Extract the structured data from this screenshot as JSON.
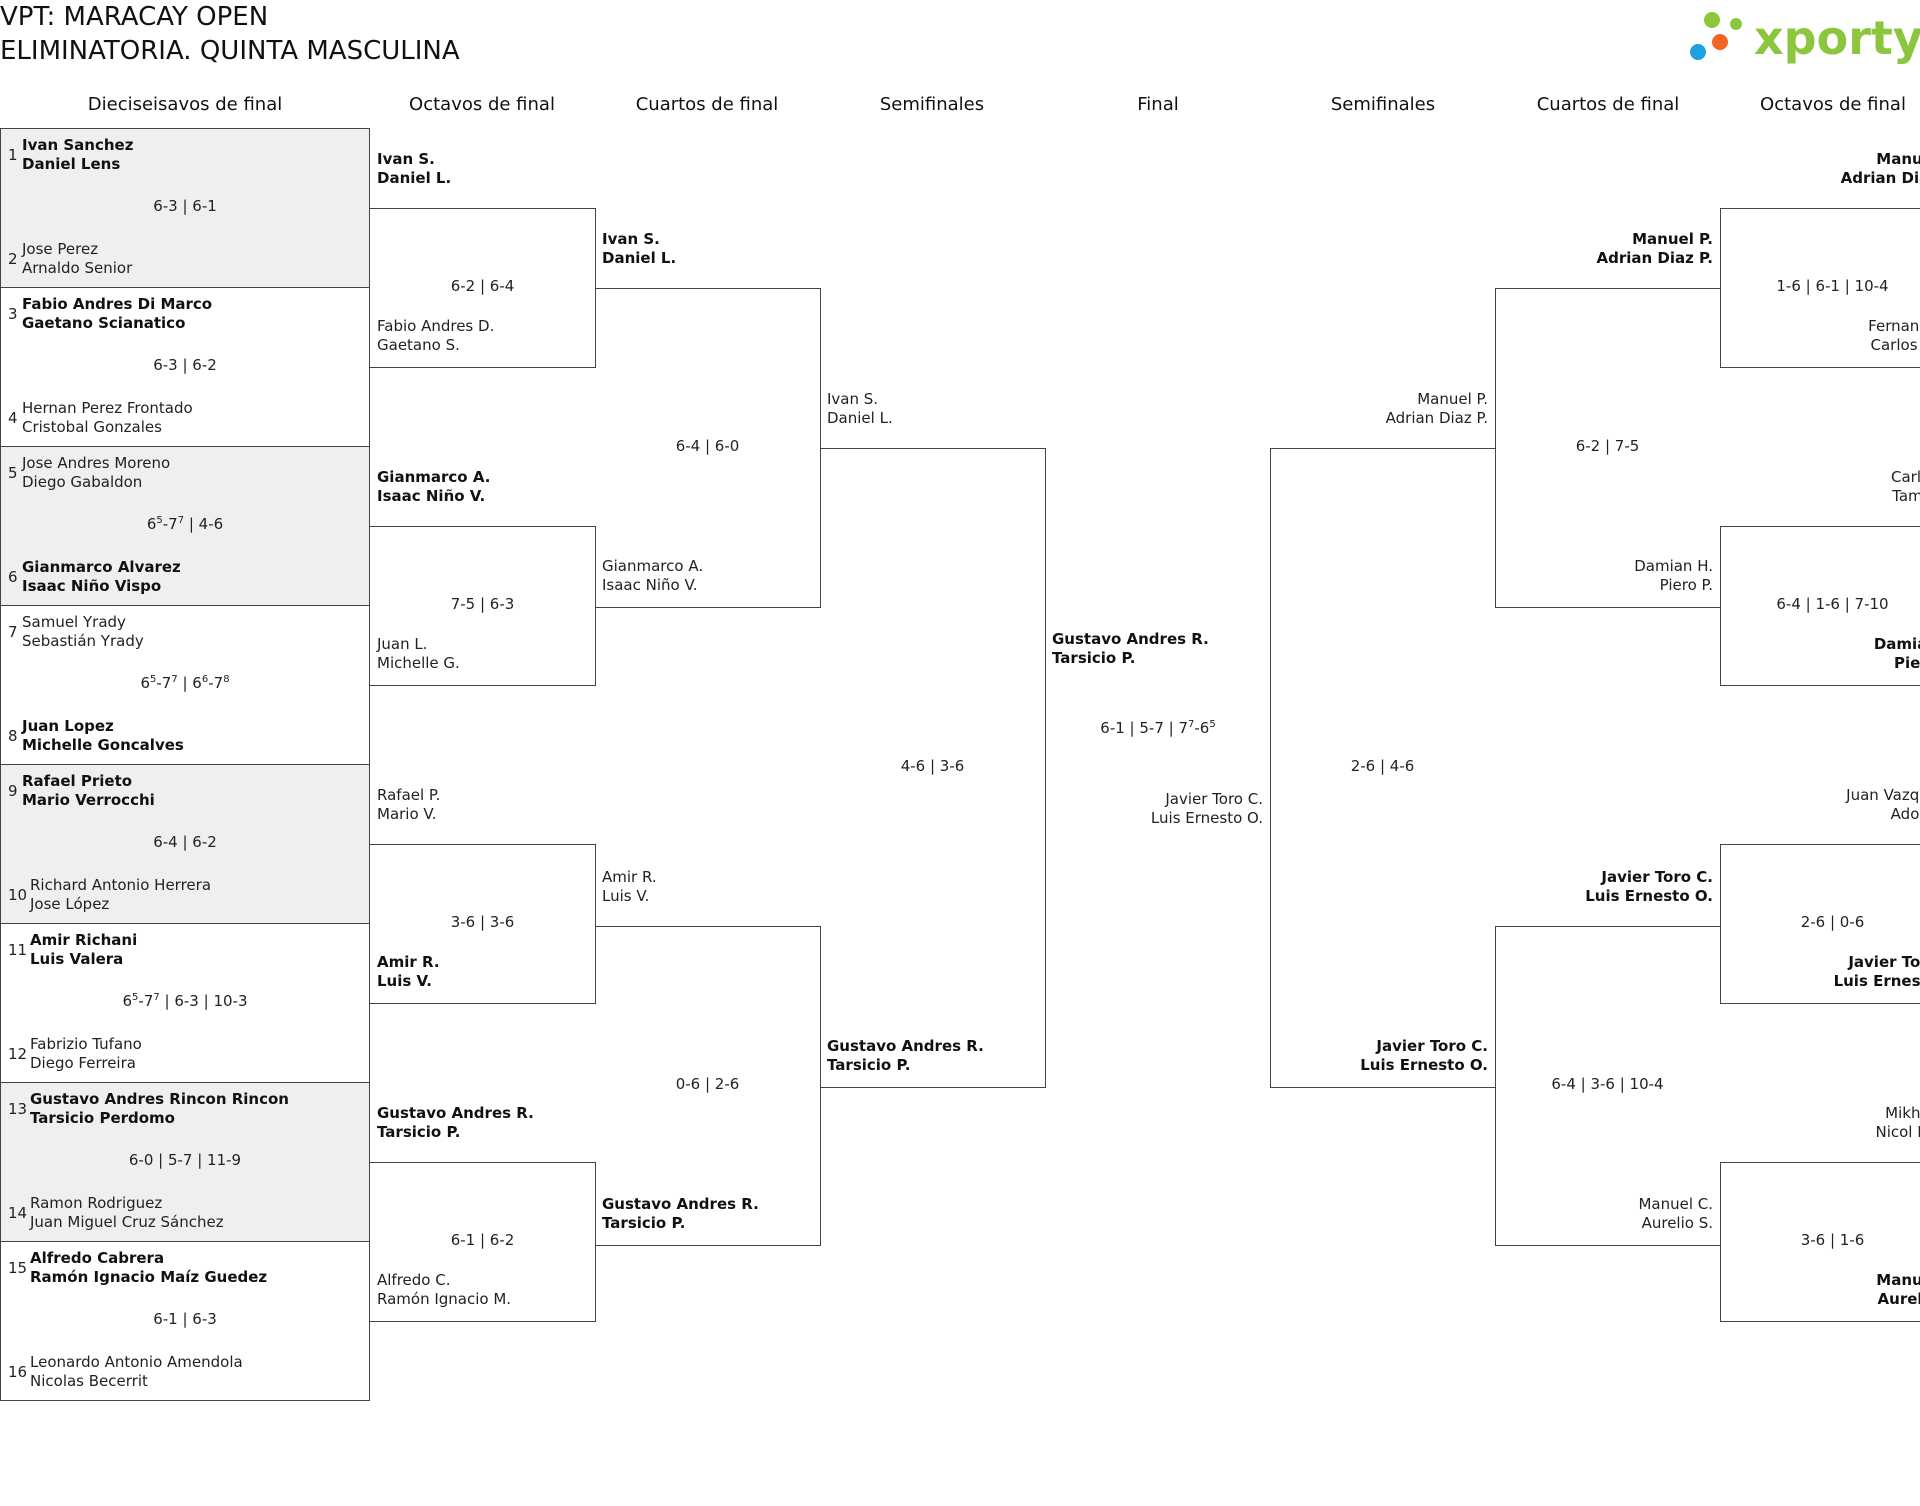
{
  "title": {
    "line1": "VPT: MARACAY OPEN",
    "line2": "ELIMINATORIA. QUINTA MASCULINA"
  },
  "logo": {
    "text": "xporty",
    "dot_colors": [
      "#8cc63f",
      "#1da1e0",
      "#f26522",
      "#8cc63f"
    ]
  },
  "columns": {
    "r32": "Dieciseisavos de final",
    "r16_left": "Octavos de final",
    "qf_left": "Cuartos de final",
    "sf_left": "Semifinales",
    "final": "Final",
    "sf_right": "Semifinales",
    "qf_right": "Cuartos de final",
    "r16_right": "Octavos de final"
  },
  "r32": [
    {
      "seedA": "1",
      "a1": "Ivan Sanchez",
      "a2": "Daniel Lens",
      "seedB": "2",
      "b1": "Jose Perez",
      "b2": "Arnaldo Senior",
      "score": "6-3 | 6-1",
      "winner": "a"
    },
    {
      "seedA": "3",
      "a1": "Fabio Andres Di Marco",
      "a2": "Gaetano Scianatico",
      "seedB": "4",
      "b1": "Hernan Perez Frontado",
      "b2": "Cristobal Gonzales",
      "score": "6-3 | 6-2",
      "winner": "a"
    },
    {
      "seedA": "5",
      "a1": "Jose Andres Moreno",
      "a2": "Diego Gabaldon",
      "seedB": "6",
      "b1": "Gianmarco Alvarez",
      "b2": "Isaac Niño Vispo",
      "score": "6<sup>5</sup>-7<sup>7</sup> | 4-6",
      "winner": "b"
    },
    {
      "seedA": "7",
      "a1": "Samuel Yrady",
      "a2": "Sebastián Yrady",
      "seedB": "8",
      "b1": "Juan Lopez",
      "b2": "Michelle Goncalves",
      "score": "6<sup>5</sup>-7<sup>7</sup> | 6<sup>6</sup>-7<sup>8</sup>",
      "winner": "b"
    },
    {
      "seedA": "9",
      "a1": "Rafael Prieto",
      "a2": "Mario Verrocchi",
      "seedB": "10",
      "b1": "Richard Antonio Herrera",
      "b2": "Jose López",
      "score": "6-4 | 6-2",
      "winner": "a"
    },
    {
      "seedA": "11",
      "a1": "Amir Richani",
      "a2": "Luis Valera",
      "seedB": "12",
      "b1": "Fabrizio Tufano",
      "b2": "Diego Ferreira",
      "score": "6<sup>5</sup>-7<sup>7</sup> | 6-3 | 10-3",
      "winner": "a"
    },
    {
      "seedA": "13",
      "a1": "Gustavo Andres Rincon Rincon",
      "a2": "Tarsicio Perdomo",
      "seedB": "14",
      "b1": "Ramon Rodriguez",
      "b2": "Juan Miguel Cruz Sánchez",
      "score": "6-0 | 5-7 | 11-9",
      "winner": "a"
    },
    {
      "seedA": "15",
      "a1": "Alfredo Cabrera",
      "a2": "Ramón Ignacio Maíz Guedez",
      "seedB": "16",
      "b1": "Leonardo Antonio Amendola",
      "b2": "Nicolas Becerrit",
      "score": "6-1 | 6-3",
      "winner": "a"
    }
  ],
  "r16_left": [
    {
      "a1": "Ivan S.",
      "a2": "Daniel L.",
      "b1": "Fabio Andres D.",
      "b2": "Gaetano S.",
      "score": "6-2 | 6-4",
      "winner": "a"
    },
    {
      "a1": "Gianmarco A.",
      "a2": "Isaac Niño V.",
      "b1": "Juan L.",
      "b2": "Michelle G.",
      "score": "7-5 | 6-3",
      "winner": "a"
    },
    {
      "a1": "Rafael P.",
      "a2": "Mario V.",
      "b1": "Amir R.",
      "b2": "Luis V.",
      "score": "3-6 | 3-6",
      "winner": "b"
    },
    {
      "a1": "Gustavo Andres R.",
      "a2": "Tarsicio P.",
      "b1": "Alfredo C.",
      "b2": "Ramón Ignacio M.",
      "score": "6-1 | 6-2",
      "winner": "a"
    }
  ],
  "qf_left": [
    {
      "a1": "Ivan S.",
      "a2": "Daniel L.",
      "b1": "Gianmarco A.",
      "b2": "Isaac Niño V.",
      "score": "6-4 | 6-0",
      "winner": "a"
    },
    {
      "a1": "Amir R.",
      "a2": "Luis V.",
      "b1": "Gustavo Andres R.",
      "b2": "Tarsicio P.",
      "score": "0-6 | 2-6",
      "winner": "b"
    }
  ],
  "sf_left": {
    "a1": "Ivan S.",
    "a2": "Daniel L.",
    "b1": "Gustavo Andres R.",
    "b2": "Tarsicio P.",
    "score": "4-6 | 3-6",
    "winner": "b"
  },
  "final": {
    "a1": "Gustavo Andres R.",
    "a2": "Tarsicio P.",
    "b1": "Javier Toro C.",
    "b2": "Luis Ernesto O.",
    "score": "6-1 | 5-7 | 7<sup>7</sup>-6<sup>5</sup>",
    "winner": "a"
  },
  "sf_right": {
    "a1": "Manuel P.",
    "a2": "Adrian Diaz P.",
    "b1": "Javier Toro C.",
    "b2": "Luis Ernesto O.",
    "score": "2-6 | 4-6",
    "winner": "b"
  },
  "qf_right": [
    {
      "a1": "Manuel P.",
      "a2": "Adrian Diaz P.",
      "b1": "Damian H.",
      "b2": "Piero P.",
      "score": "6-2 | 7-5",
      "winner": "a"
    },
    {
      "a1": "Javier Toro C.",
      "a2": "Luis Ernesto O.",
      "b1": "Manuel C.",
      "b2": "Aurelio S.",
      "score": "6-4 | 3-6 | 10-4",
      "winner": "a"
    }
  ],
  "r16_right": [
    {
      "a1": "Manuel",
      "a2": "Adrian Diaz",
      "b1": "Fernando",
      "b2": "Carlos Di",
      "score": "1-6 | 6-1 | 10-4",
      "winner": "a"
    },
    {
      "a1": "Carlos",
      "a2": "Tamar",
      "b1": "Damian",
      "b2": "Piero",
      "score": "6-4 | 1-6 | 7-10",
      "winner": "b"
    },
    {
      "a1": "Juan Vazque",
      "a2": "Adolfo",
      "b1": "Javier Toro",
      "b2": "Luis Ernesto",
      "score": "2-6 | 0-6",
      "winner": "b"
    },
    {
      "a1": "Mikhail",
      "a2": "Nicol De",
      "b1": "Manuel",
      "b2": "Aurelio",
      "score": "3-6 | 1-6",
      "winner": "b"
    }
  ]
}
